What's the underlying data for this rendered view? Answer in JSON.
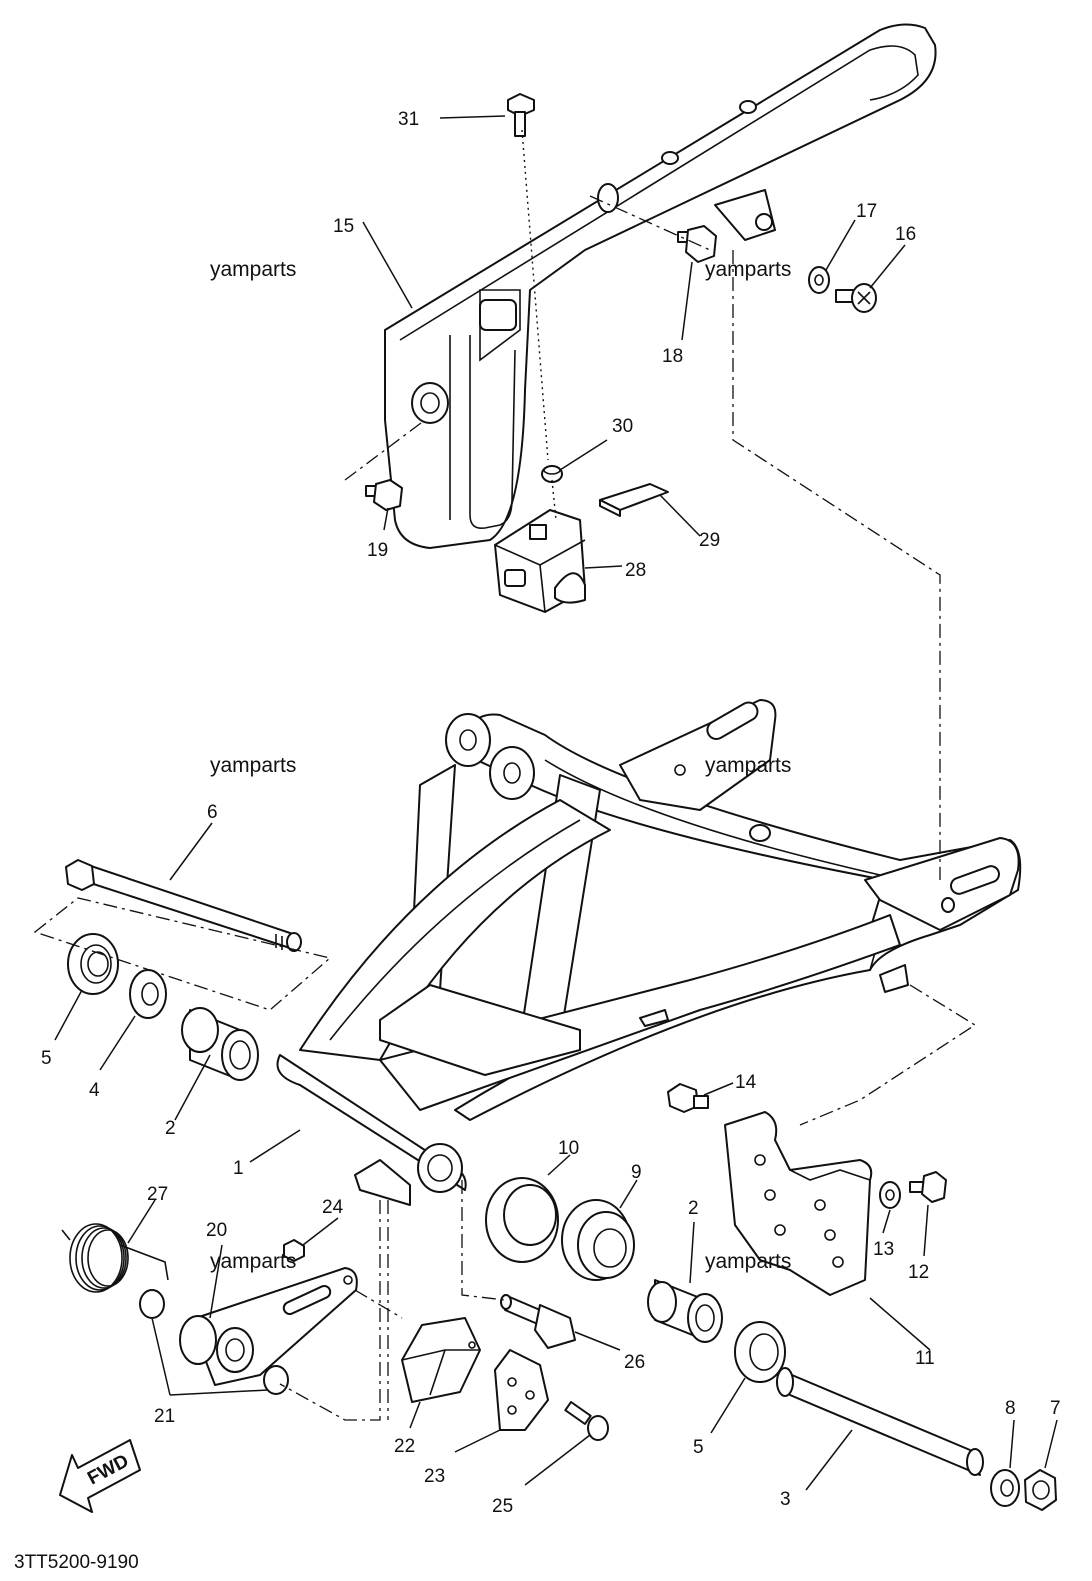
{
  "diagram": {
    "watermark": "yamparts",
    "drawing_code": "3TT5200-9190",
    "arrow_label": "FWD",
    "callouts": {
      "c1": "1",
      "c2a": "2",
      "c2b": "2",
      "c3": "3",
      "c4": "4",
      "c5a": "5",
      "c5b": "5",
      "c6": "6",
      "c7": "7",
      "c8": "8",
      "c9": "9",
      "c10": "10",
      "c11": "11",
      "c12": "12",
      "c13": "13",
      "c14": "14",
      "c15": "15",
      "c16": "16",
      "c17": "17",
      "c18": "18",
      "c19": "19",
      "c20": "20",
      "c21": "21",
      "c22": "22",
      "c23": "23",
      "c24": "24",
      "c25": "25",
      "c26": "26",
      "c27": "27",
      "c28": "28",
      "c29": "29",
      "c30": "30",
      "c31": "31"
    }
  }
}
